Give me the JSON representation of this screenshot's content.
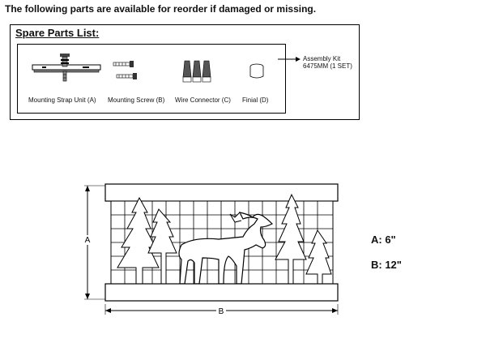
{
  "intro_text": "The following parts are available for reorder if damaged or missing.",
  "spare_parts": {
    "title": "Spare Parts List:",
    "items": [
      {
        "label": "Mounting Strap Unit (A)"
      },
      {
        "label": "Mounting Screw (B)"
      },
      {
        "label": "Wire Connector (C)"
      },
      {
        "label": "Finial (D)"
      }
    ],
    "kit_line1": "Assembly Kit",
    "kit_line2": "6475MM  (1 SET)"
  },
  "diagram": {
    "dim_a_label": "A",
    "dim_b_label": "B",
    "measure_a": "A:  6\"",
    "measure_b": "B:  12\""
  }
}
